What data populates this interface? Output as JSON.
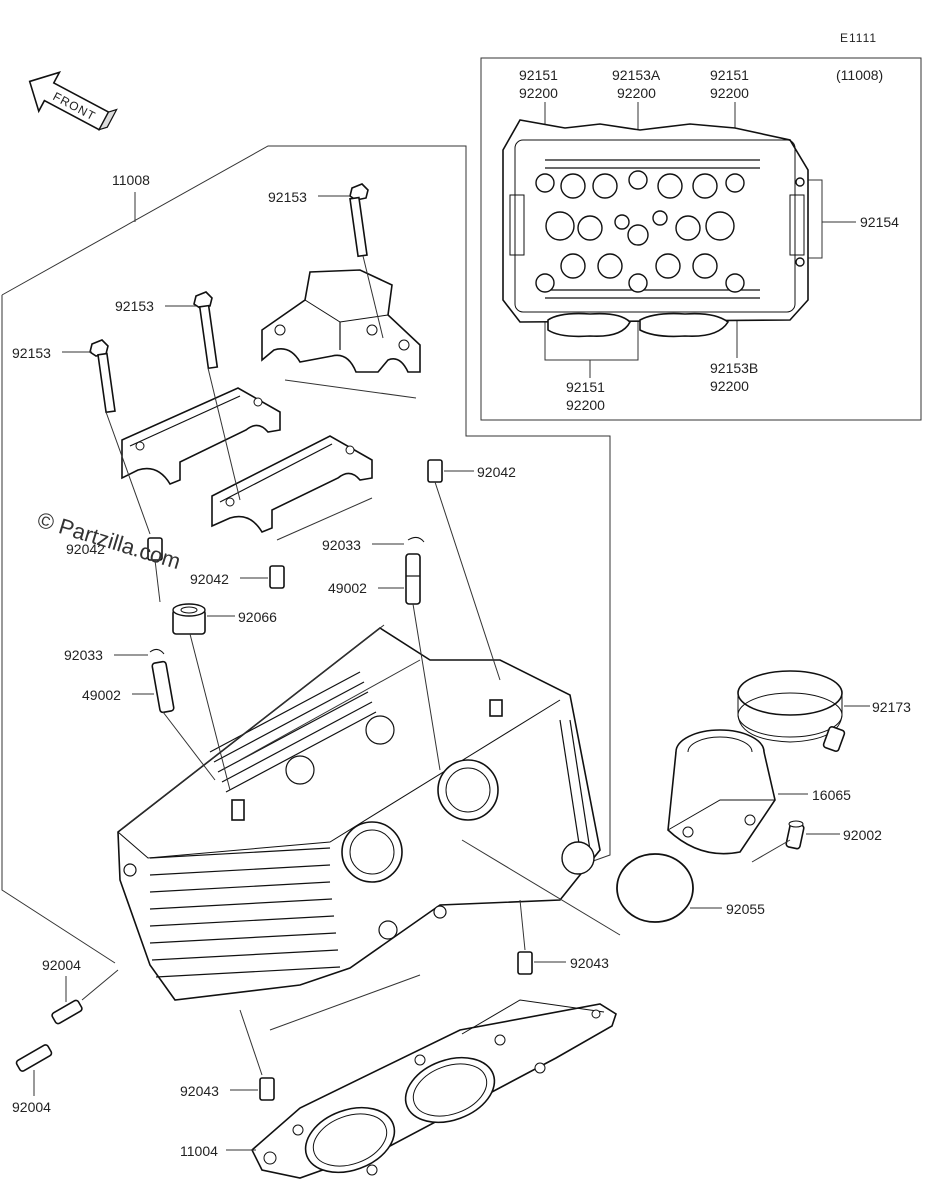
{
  "diagram_code": "E1111",
  "front_label": "FRONT",
  "watermark": "© Partzilla.com",
  "inset": {
    "note": "(11008)",
    "top_labels": [
      {
        "code": "92151",
        "sub": "92200"
      },
      {
        "code": "92153A",
        "sub": "92200"
      },
      {
        "code": "92151",
        "sub": "92200"
      }
    ],
    "right_label": "92154",
    "bottom_labels": [
      {
        "code": "92151",
        "sub": "92200"
      },
      {
        "code": "92153B",
        "sub": "92200"
      }
    ]
  },
  "parts": {
    "p11008": "11008",
    "p92153_top": "92153",
    "p92153_mid": "92153",
    "p92153_left": "92153",
    "p92042_right": "92042",
    "p92042_left": "92042",
    "p92042_center": "92042",
    "p92033_right": "92033",
    "p49002_right": "49002",
    "p92066": "92066",
    "p92033_left": "92033",
    "p49002_left": "49002",
    "p92173": "92173",
    "p16065": "16065",
    "p92002": "92002",
    "p92055": "92055",
    "p92043_right": "92043",
    "p92004_top": "92004",
    "p92004_bottom": "92004",
    "p92043_left": "92043",
    "p11004": "11004"
  }
}
